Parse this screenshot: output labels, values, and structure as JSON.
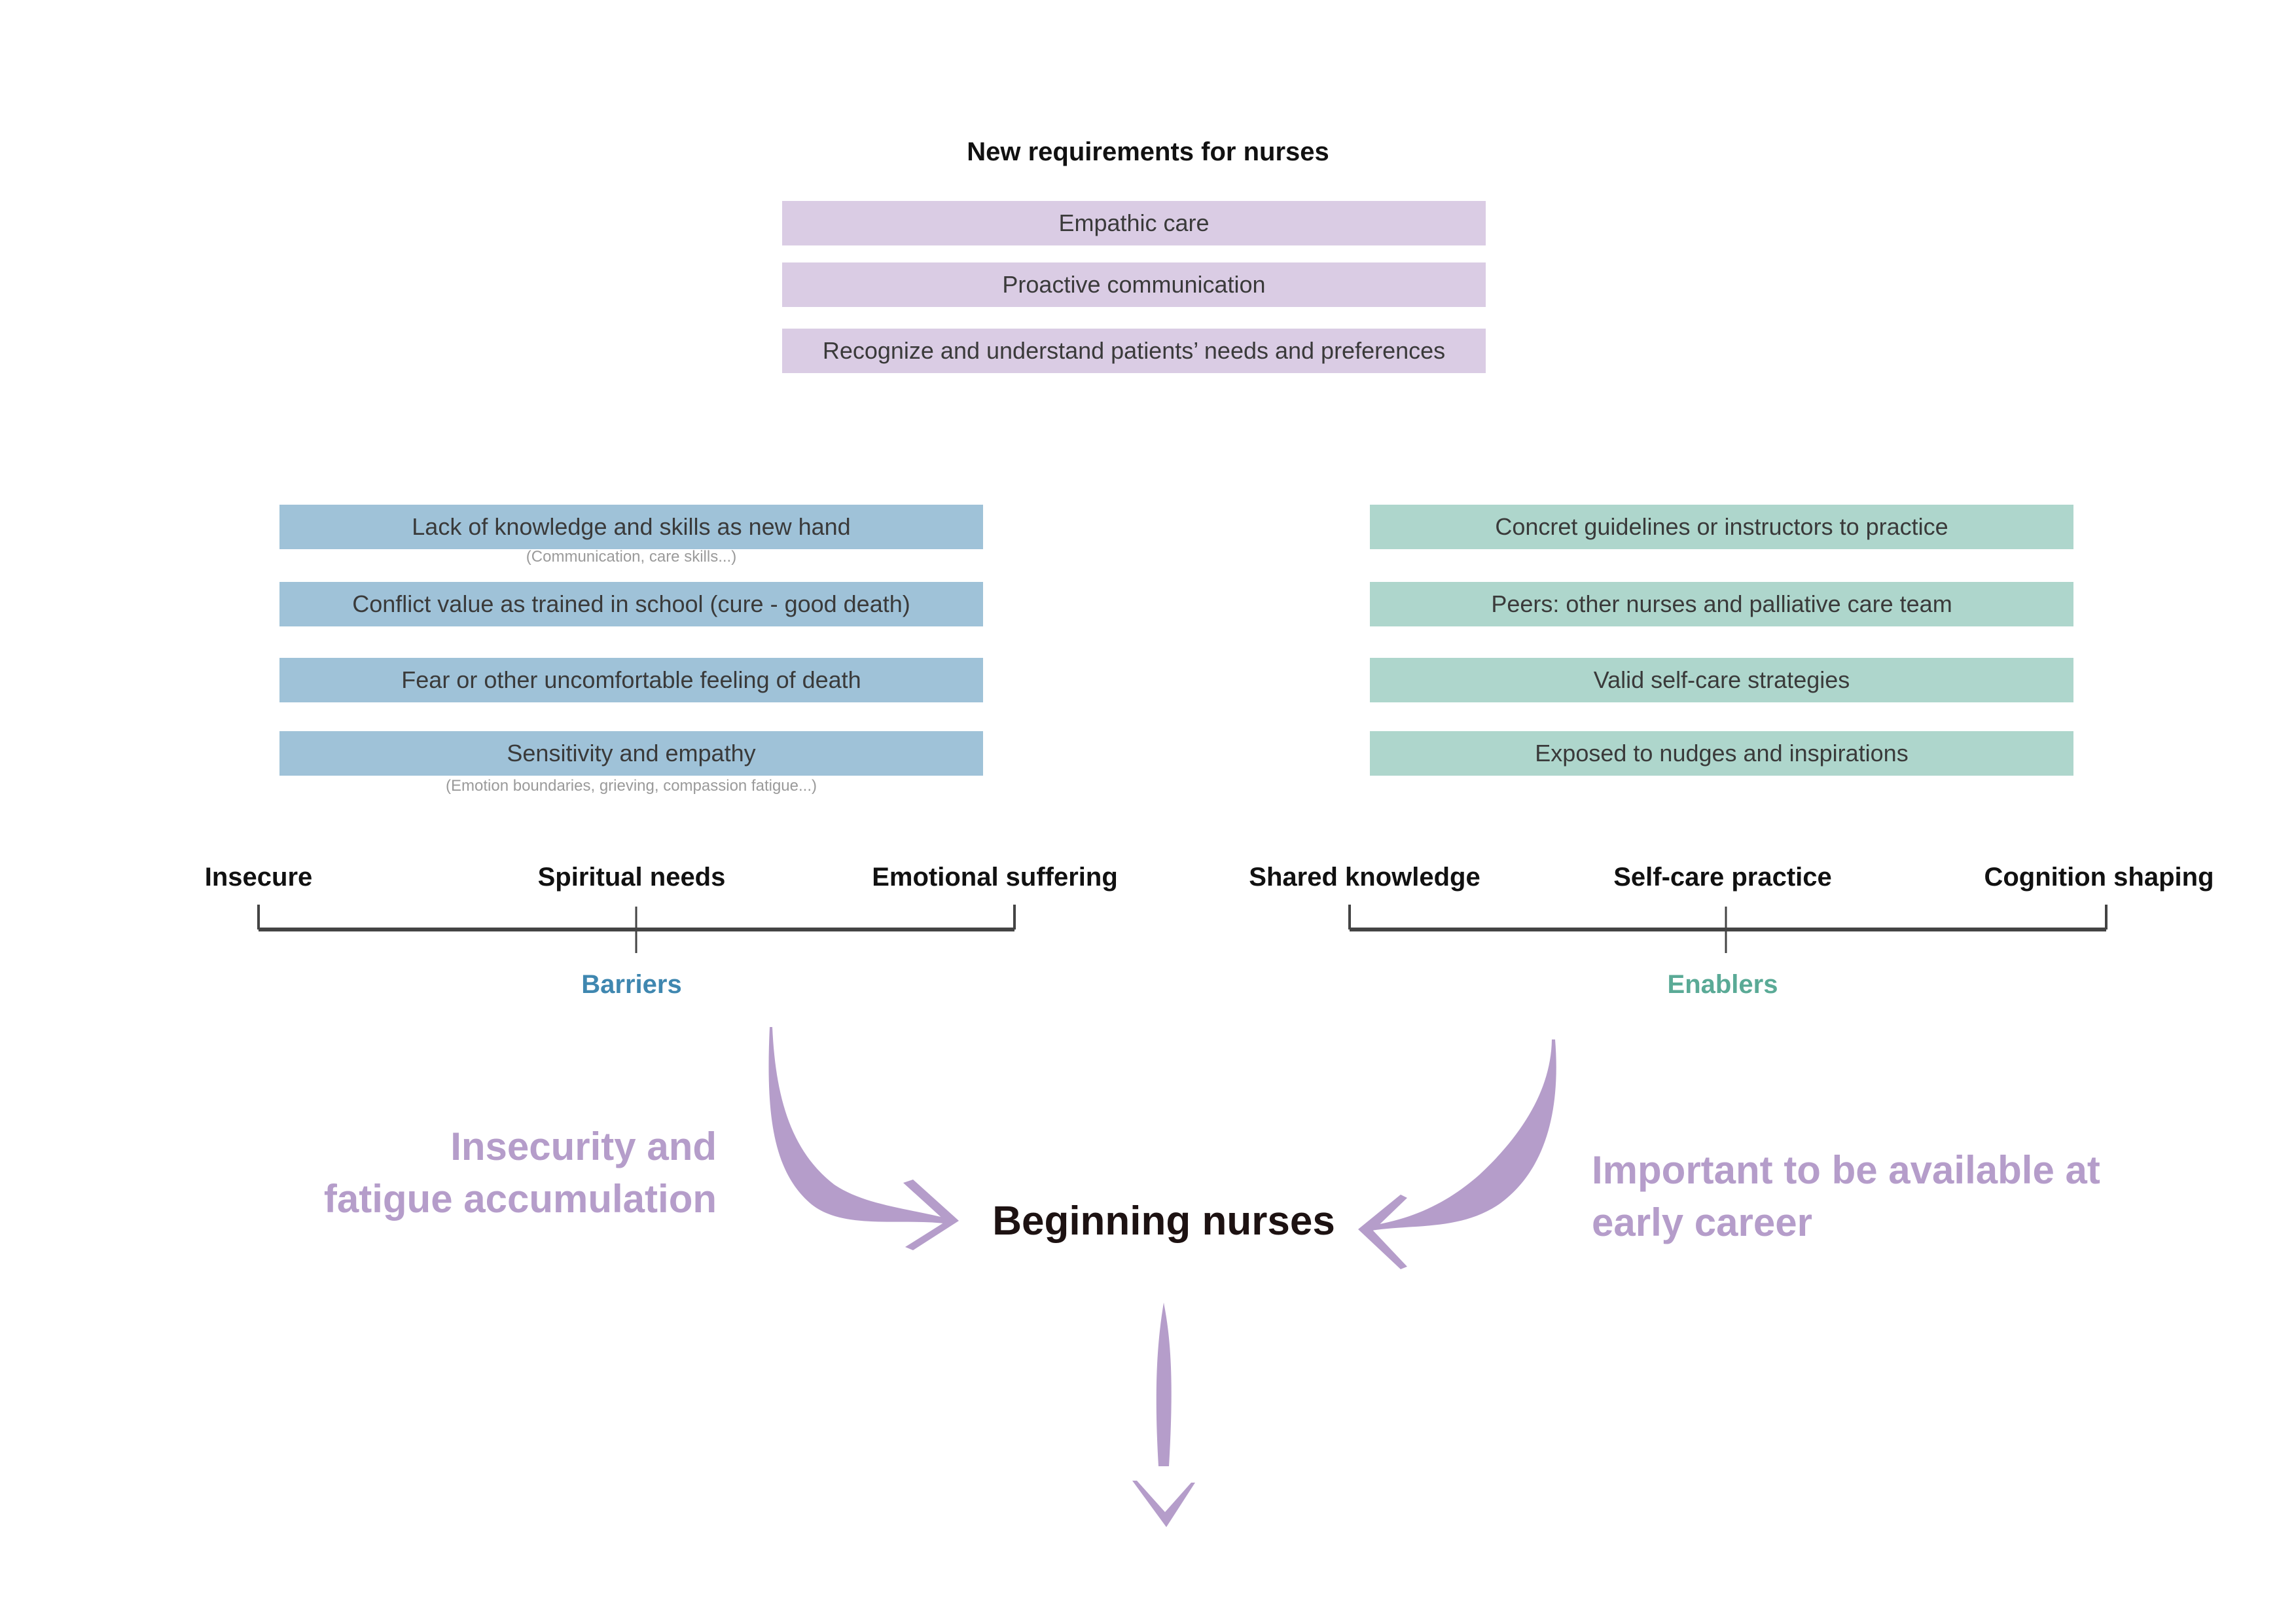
{
  "requirements": {
    "title": "New requirements for nurses",
    "items": [
      "Empathic care",
      "Proactive communication",
      "Recognize and understand patients’ needs and preferences"
    ]
  },
  "barriers": {
    "items": [
      {
        "label": "Lack of knowledge and skills as new hand",
        "note": "(Communication, care skills...)"
      },
      {
        "label": "Conflict value as trained in school (cure - good death)",
        "note": ""
      },
      {
        "label": "Fear or other uncomfortable feeling of death",
        "note": ""
      },
      {
        "label": "Sensitivity and empathy",
        "note": "(Emotion boundaries, grieving, compassion fatigue...)"
      }
    ],
    "categories": [
      "Insecure",
      "Spiritual needs",
      "Emotional suffering"
    ],
    "group_label": "Barriers",
    "color": "#3f87b0"
  },
  "enablers": {
    "items": [
      {
        "label": "Concret guidelines or instructors to practice"
      },
      {
        "label": "Peers: other nurses and palliative care team"
      },
      {
        "label": "Valid self-care strategies"
      },
      {
        "label": "Exposed to nudges and inspirations"
      }
    ],
    "categories": [
      "Shared knowledge",
      "Self-care practice",
      "Cognition shaping"
    ],
    "group_label": "Enablers",
    "color": "#5aaa96"
  },
  "center": {
    "label": "Beginning nurses",
    "left_annotation": [
      "Insecurity and",
      "fatigue accumulation"
    ],
    "right_annotation": [
      "Important to be available at",
      "early career"
    ]
  },
  "colors": {
    "requirement_box": "#dacce4",
    "barrier_box": "#9fc2d8",
    "enabler_box": "#aed6cc",
    "arrow": "#b59dca"
  }
}
